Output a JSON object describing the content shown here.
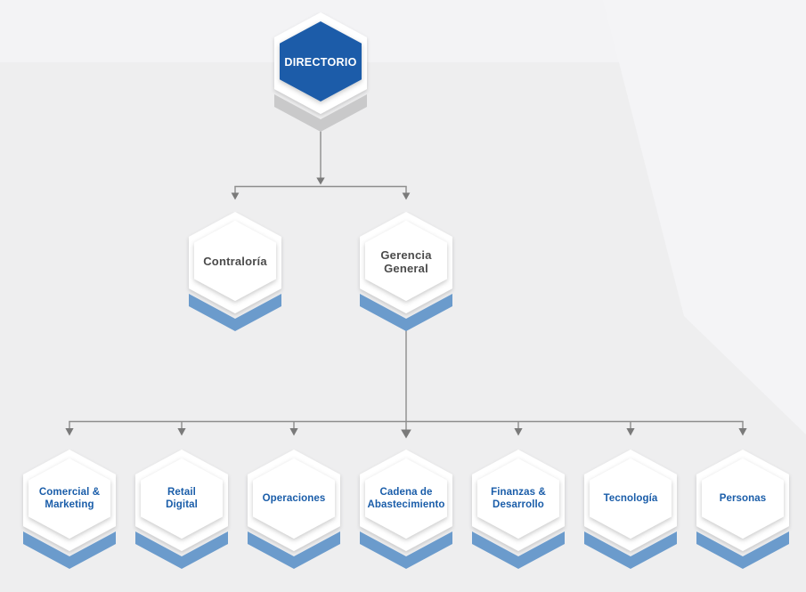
{
  "org": {
    "root": {
      "label": "DIRECTORIO"
    },
    "level2": [
      {
        "label": "Contraloría"
      },
      {
        "label": "Gerencia\nGeneral"
      }
    ],
    "level3": [
      {
        "label": "Comercial &\nMarketing"
      },
      {
        "label": "Retail\nDigital"
      },
      {
        "label": "Operaciones"
      },
      {
        "label": "Cadena de\nAbastecimiento"
      },
      {
        "label": "Finanzas &\nDesarrollo"
      },
      {
        "label": "Tecnología"
      },
      {
        "label": "Personas"
      }
    ]
  },
  "theme": {
    "background": "#eeeeef",
    "root_hex_fill": "#1e5ca9",
    "root_chevron": "#c9c9ca",
    "root_label_color": "#ffffff",
    "node_hex_fill": "#ffffff",
    "node_chevron": "#6b9bcc",
    "level2_label_color": "#4b4b4b",
    "level3_label_color": "#1a5da9",
    "connector_color": "#8d8d8d",
    "arrowhead_color": "#7a7a7a"
  }
}
